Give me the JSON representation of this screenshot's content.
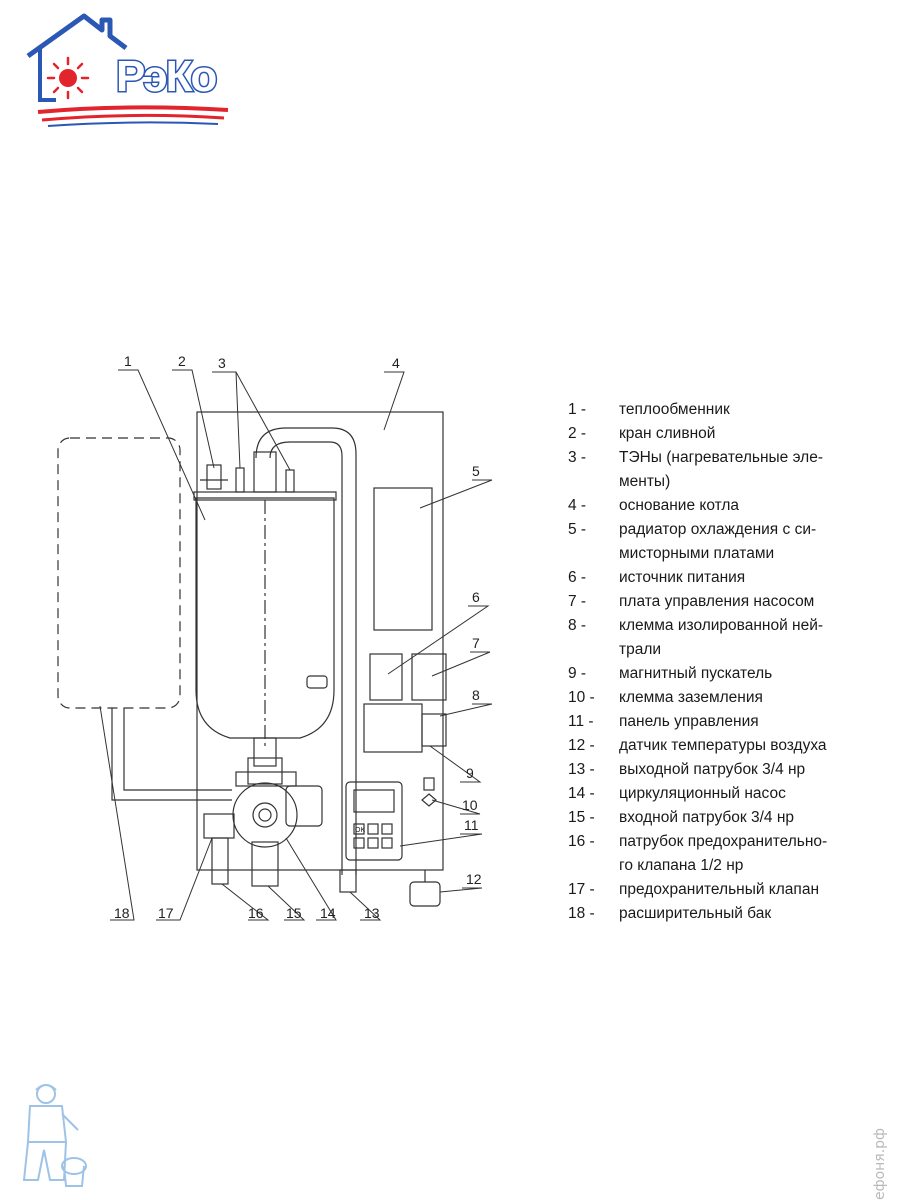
{
  "logo": {
    "brand": "РэКо",
    "colors": {
      "blue": "#2b57b5",
      "red": "#e2242c"
    }
  },
  "diagram": {
    "callouts": [
      "1",
      "2",
      "3",
      "4",
      "5",
      "6",
      "7",
      "8",
      "9",
      "10",
      "11",
      "12",
      "13",
      "14",
      "15",
      "16",
      "17",
      "18"
    ],
    "control_panel_key": "OK"
  },
  "legend": [
    {
      "num": "1 -",
      "text": "теплообменник"
    },
    {
      "num": "2 -",
      "text": "кран сливной"
    },
    {
      "num": "3 -",
      "text": "ТЭНы (нагревательные эле-\nменты)"
    },
    {
      "num": "4 -",
      "text": "основание котла"
    },
    {
      "num": "5 -",
      "text": "радиатор охлаждения с си-\nмисторными платами"
    },
    {
      "num": "6 -",
      "text": "источник питания"
    },
    {
      "num": "7 -",
      "text": "плата управления насосом"
    },
    {
      "num": "8 -",
      "text": "клемма изолированной ней-\nтрали"
    },
    {
      "num": "9 -",
      "text": "магнитный пускатель"
    },
    {
      "num": "10 -",
      "text": "клемма заземления"
    },
    {
      "num": "11 -",
      "text": "панель управления"
    },
    {
      "num": "12 -",
      "text": "датчик температуры воздуха"
    },
    {
      "num": "13 -",
      "text": "выходной патрубок 3/4 нр"
    },
    {
      "num": "14 -",
      "text": "циркуляционный насос"
    },
    {
      "num": "15 -",
      "text": "входной патрубок 3/4 нр"
    },
    {
      "num": "16 -",
      "text": "патрубок предохранительно-\nго клапана 1/2 нр"
    },
    {
      "num": "17 -",
      "text": "предохранительный клапан"
    },
    {
      "num": "18 -",
      "text": "расширительный бак"
    }
  ],
  "watermark": "ефоня.рф"
}
